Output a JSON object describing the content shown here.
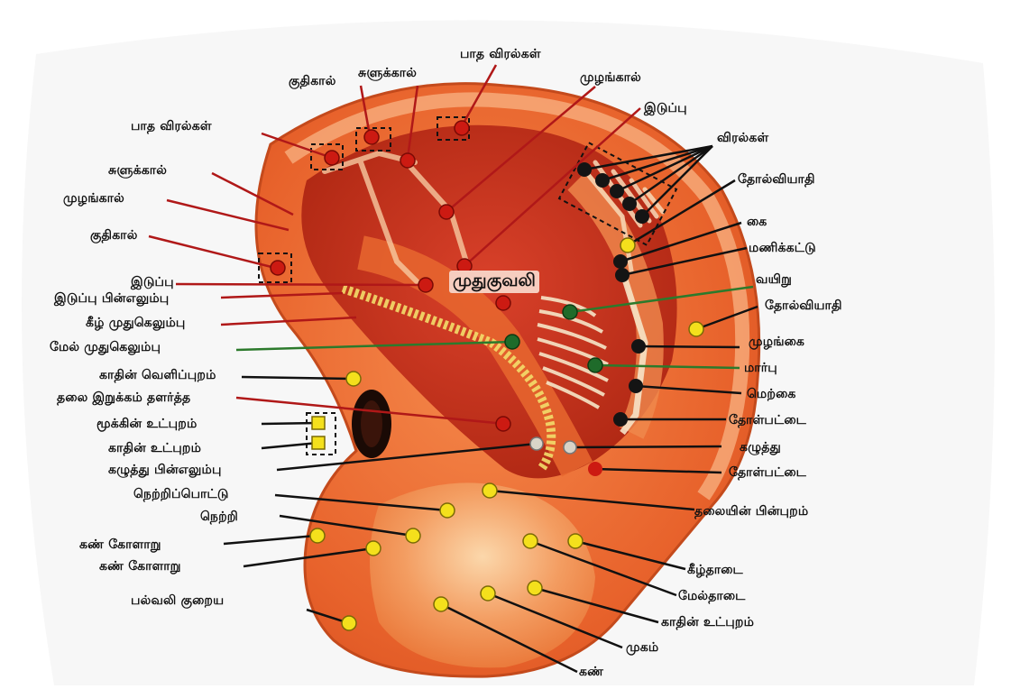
{
  "labels": {
    "l1": "பாத விரல்கள்",
    "l2": "சுளுக்கால்",
    "l3": "குதிகால்",
    "l4": "முழங்கால்",
    "l5": "இடுப்பு",
    "l6": "பாத விரல்கள்",
    "l7": "சுளுக்கால்",
    "l8": "முழங்கால்",
    "l9": "குதிகால்",
    "l10": "இடுப்பு",
    "l11": "இடுப்பு பின்எலும்பு",
    "l12": "கீழ் முதுகெலும்பு",
    "l13": "மேல் முதுகெலும்பு",
    "l14": "காதின் வெளிப்புறம்",
    "l15": "தலை இறுக்கம் தளர்த்த",
    "l16": "மூக்கின் உட்புறம்",
    "l17": "காதின் உட்புறம்",
    "l18": "கழுத்து பின்எலும்பு",
    "l19": "நெற்றிப்பொட்டு",
    "l20": "நெற்றி",
    "l21": "கண் கோளாறு",
    "l22": "கண் கோளாறு",
    "l23": "பல்வலி குறைய",
    "r1": "விரல்கள்",
    "r2": "தோல்வியாதி",
    "r3": "கை",
    "r4": "மணிக்கட்டு",
    "r5": "வயிறு",
    "r6": "தோல்வியாதி",
    "r7": "முழங்கை",
    "r8": "மார்பு",
    "r9": "மெற்கை",
    "r10": "தோள்பட்டை",
    "r11": "கழுத்து",
    "r12": "தோள்பட்டை",
    "r13": "தலையின் பின்புறம்",
    "r14": "கீழ்தாடை",
    "r15": "மேல்தாடை",
    "r16": "காதின் உட்புறம்",
    "r17": "முகம்",
    "r18": "கண்"
  },
  "center_label": "முதுகுவலி",
  "colors": {
    "ear_outer": "#e8632c",
    "ear_inner": "#c9311a",
    "rim": "#f7b07a",
    "red_point": "#cc1a12",
    "yellow_point": "#f4e01c",
    "black_point": "#141414",
    "green_point": "#1f6b2a",
    "line_red": "#b01818",
    "line_green": "#2c7a2c",
    "line_black": "#111111"
  }
}
